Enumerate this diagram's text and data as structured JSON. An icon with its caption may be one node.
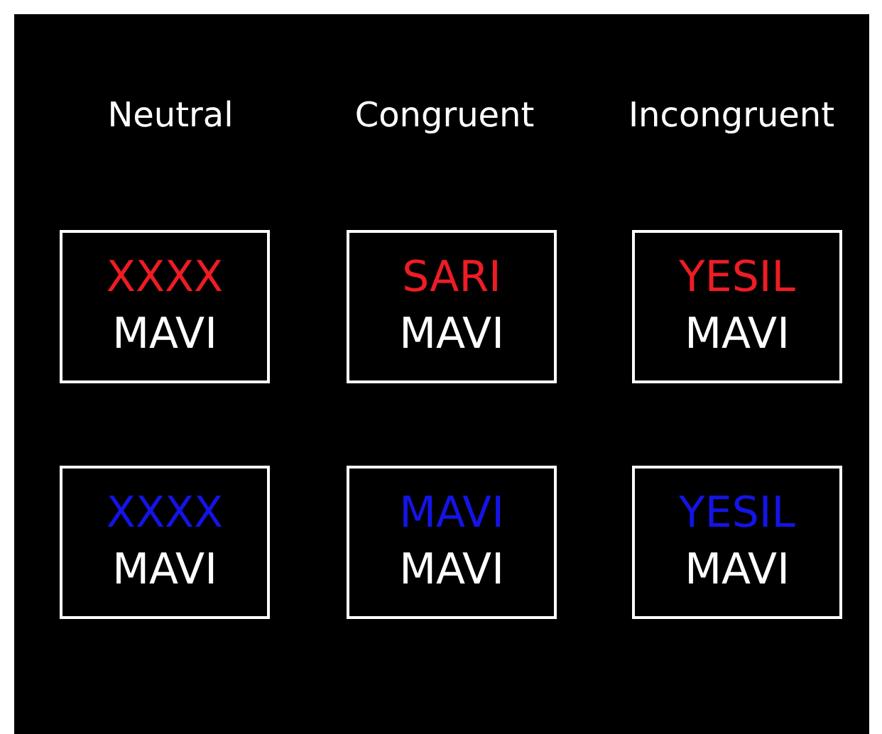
{
  "diagram": {
    "nodes": [
      {
        "text": [
          "XXXX",
          "MAVI"
        ]
      },
      {
        "text": [
          "SARI",
          "MAVI"
        ]
      },
      {
        "text": [
          "YESIL",
          "MAVI"
        ]
      },
      {
        "text": [
          "XXXX",
          "MAVI"
        ]
      },
      {
        "text": [
          "MAVI",
          "MAVI"
        ]
      },
      {
        "text": [
          "YESIL",
          "MAVI"
        ]
      }
    ],
    "labels": [
      "Neutral",
      "Congruent",
      "Incongruent"
    ]
  }
}
